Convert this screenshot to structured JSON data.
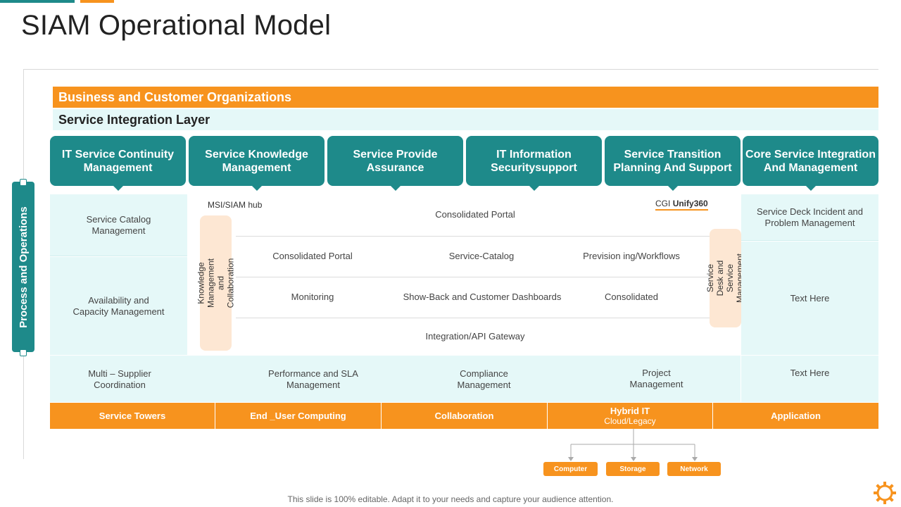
{
  "title": "SIAM Operational Model",
  "side_label": "Process and Operations",
  "banners": {
    "business": "Business and Customer Organizations",
    "integration": "Service Integration Layer"
  },
  "pillars": [
    "IT Service Continuity Management",
    "Service Knowledge Management",
    "Service Provide Assurance",
    "IT Information Securitysupport",
    "Service Transition Planning And Support",
    "Core Service Integration And Management"
  ],
  "left_cells": [
    "Service Catalog Management",
    "Availability and Capacity Management"
  ],
  "right_cells": [
    "Service Deck Incident and Problem Management",
    "Text Here",
    "Text Here"
  ],
  "center": {
    "hub_label": "MSI/SIAM hub",
    "cgi_prefix": "CGI",
    "cgi_brand": "Unify360",
    "row1": "Consolidated Portal",
    "row2": [
      "Consolidated Portal",
      "Service-Catalog",
      "Prevision ing/Workflows"
    ],
    "row3": [
      "Monitoring",
      "Show-Back and Customer Dashboards",
      "Consolidated"
    ],
    "row4": "Integration/API Gateway",
    "left_tab": "Knowledge Management and Collaboration",
    "right_tab": "Service Desk and Service Management"
  },
  "bottom_row": [
    "Multi – Supplier Coordination",
    "Performance and SLA Management",
    "Compliance Management",
    "Project Management"
  ],
  "towers": [
    {
      "label": "Service Towers",
      "sub": ""
    },
    {
      "label": "End _User Computing",
      "sub": ""
    },
    {
      "label": "Collaboration",
      "sub": ""
    },
    {
      "label": "Hybrid IT",
      "sub": "Cloud/Legacy"
    },
    {
      "label": "Application",
      "sub": ""
    }
  ],
  "sub_boxes": [
    "Computer",
    "Storage",
    "Network"
  ],
  "footer": "This slide is 100% editable. Adapt it to your  needs and capture your audience attention.",
  "colors": {
    "teal": "#1e8a8a",
    "orange": "#f7931e",
    "light_cyan": "#e5f8f8",
    "peach": "#fde7d3"
  }
}
